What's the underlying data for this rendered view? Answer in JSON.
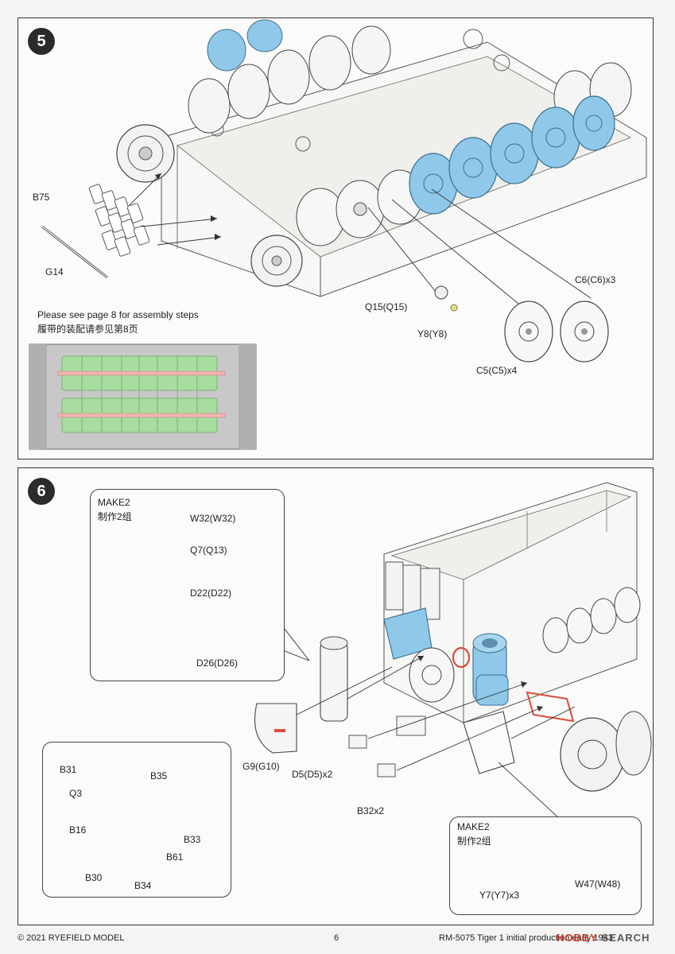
{
  "step5": {
    "number": "5",
    "labels": {
      "b75": "B75",
      "g14": "G14",
      "q15": "Q15(Q15)",
      "y8": "Y8(Y8)",
      "c6": "C6(C6)x3",
      "c5": "C5(C5)x4"
    },
    "note_en": "Please see page 8 for assembly steps",
    "note_cn": "履带的装配请参见第8页"
  },
  "step6": {
    "number": "6",
    "callout_top": {
      "make_en": "MAKE2",
      "make_cn": "制作2组",
      "w32": "W32(W32)",
      "q7": "Q7(Q13)",
      "d22": "D22(D22)",
      "d26": "D26(D26)"
    },
    "callout_left": {
      "b31": "B31",
      "q3": "Q3",
      "b35": "B35",
      "b16": "B16",
      "b33": "B33",
      "b61": "B61",
      "b30": "B30",
      "b34": "B34"
    },
    "main_labels": {
      "g9": "G9(G10)",
      "d5": "D5(D5)x2",
      "b32": "B32x2"
    },
    "callout_bottom": {
      "make_en": "MAKE2",
      "make_cn": "制作2组",
      "y7": "Y7(Y7)x3",
      "w47": "W47(W48)"
    }
  },
  "footer": {
    "copyright": "© 2021 RYEFIELD MODEL",
    "page": "6",
    "product": "RM-5075 Tiger 1 initial production early 1943",
    "watermark_a": "HOBBY",
    "watermark_b": " SEARCH"
  },
  "colors": {
    "highlight_blue": "#8fc8e8",
    "track_green": "#a8dca0",
    "accent_red": "#e04a3a",
    "pink_rod": "#f0b4b0",
    "yellow_part": "#e8e070"
  }
}
